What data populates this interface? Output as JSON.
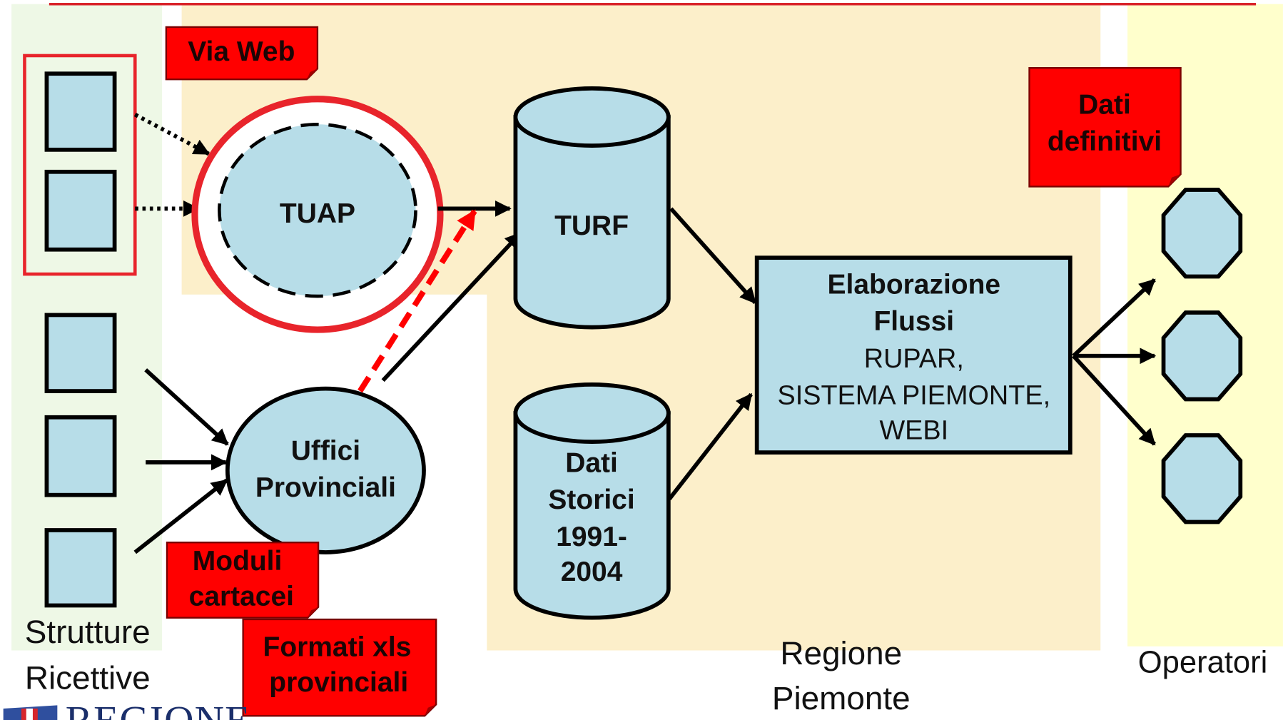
{
  "logo": {
    "text": "REGIONE"
  },
  "callouts": {
    "via_web": "Via Web",
    "dati_definitivi": [
      "Dati",
      "definitivi"
    ],
    "moduli_cartacei": [
      "Moduli",
      "cartacei"
    ],
    "formati_xls": [
      "Formati xls",
      "provinciali"
    ]
  },
  "nodes": {
    "tuap": "TUAP",
    "turf": "TURF",
    "dati_storici": [
      "Dati",
      "Storici",
      "1991-",
      "2004"
    ],
    "elaborazione": {
      "title": [
        "Elaborazione",
        "Flussi"
      ],
      "details": [
        "RUPAR,",
        "SISTEMA PIEMONTE,",
        "WEBI"
      ]
    },
    "uffici_provinciali": [
      "Uffici",
      "Provinciali"
    ]
  },
  "areas": {
    "strutture_ricettive": [
      "Strutture",
      "Ricettive"
    ],
    "regione_piemonte": [
      "Regione",
      "Piemonte"
    ],
    "operatori": "Operatori"
  },
  "colors": {
    "node_fill": "#b7dde8",
    "callout_fill": "#ff0000",
    "highlight": "#e8242b",
    "panel_green": "#eef8e6",
    "panel_peach": "#fcefca",
    "panel_yellow": "#ffffcc"
  }
}
